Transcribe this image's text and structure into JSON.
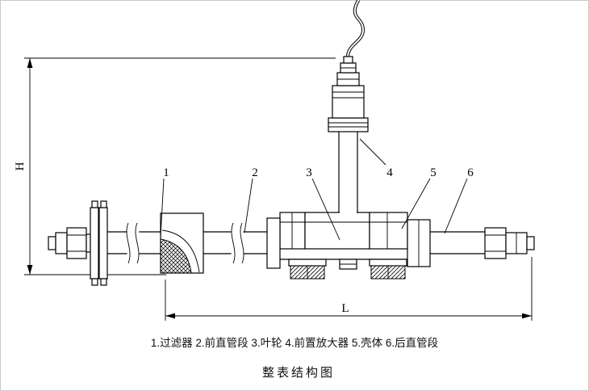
{
  "diagram": {
    "title": "整表结构图",
    "caption": "1.过滤器 2.前直管段 3.叶轮 4.前置放大器 5.壳体 6.后直管段",
    "dimensions": {
      "height_label": "H",
      "length_label": "L"
    },
    "part_labels": {
      "1": "1",
      "2": "2",
      "3": "3",
      "4": "4",
      "5": "5",
      "6": "6"
    }
  }
}
